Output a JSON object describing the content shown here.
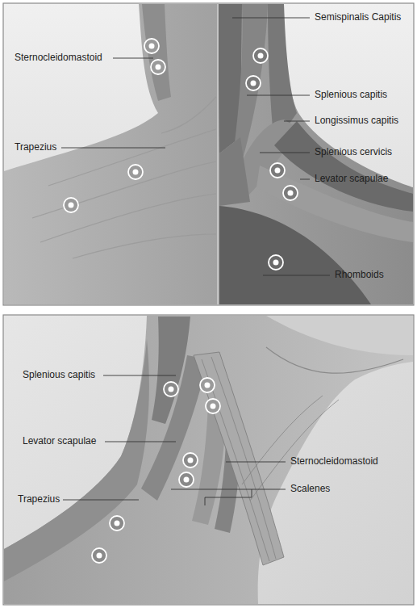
{
  "diagram": {
    "labels": [
      "Semispinalis Capitis",
      "Sternocleidomastoid",
      "Splenious capitis",
      "Longissimus capitis",
      "Trapezius",
      "Splenious cervicis",
      "Levator scapulae",
      "Rhomboids",
      "Splenious capitis",
      "Levator scapulae",
      "Sternocleidomastoid",
      "Scalenes",
      "Trapezius"
    ]
  }
}
